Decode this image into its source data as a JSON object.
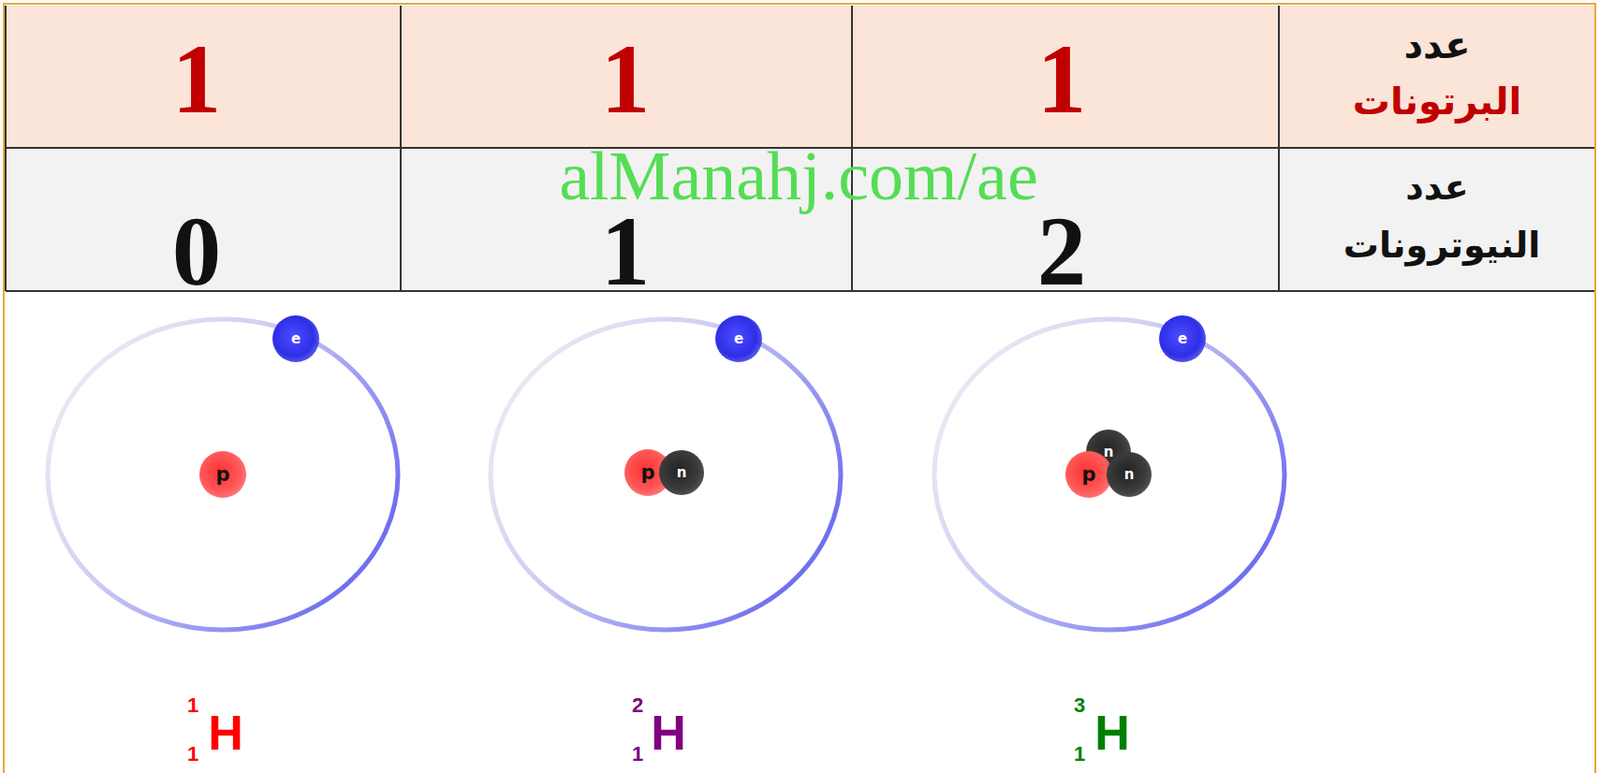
{
  "diagram": {
    "nodes": [
      {
        "text": [
          "e"
        ]
      },
      {
        "text": [
          "p"
        ]
      },
      {
        "text": [
          "e"
        ]
      },
      {
        "text": [
          "p"
        ]
      },
      {
        "text": [
          "n"
        ]
      },
      {
        "text": [
          "e"
        ]
      },
      {
        "text": [
          "n"
        ]
      },
      {
        "text": [
          "p"
        ]
      },
      {
        "text": [
          "n"
        ]
      }
    ],
    "labels": [
      "عدد",
      "البرتونات",
      "1",
      "1",
      "1",
      "عدد",
      "النيوترونات",
      "0",
      "1",
      "2",
      "alManahj.com/ae",
      "1",
      "1",
      "H",
      "2",
      "1",
      "H",
      "3",
      "1",
      "H"
    ]
  }
}
